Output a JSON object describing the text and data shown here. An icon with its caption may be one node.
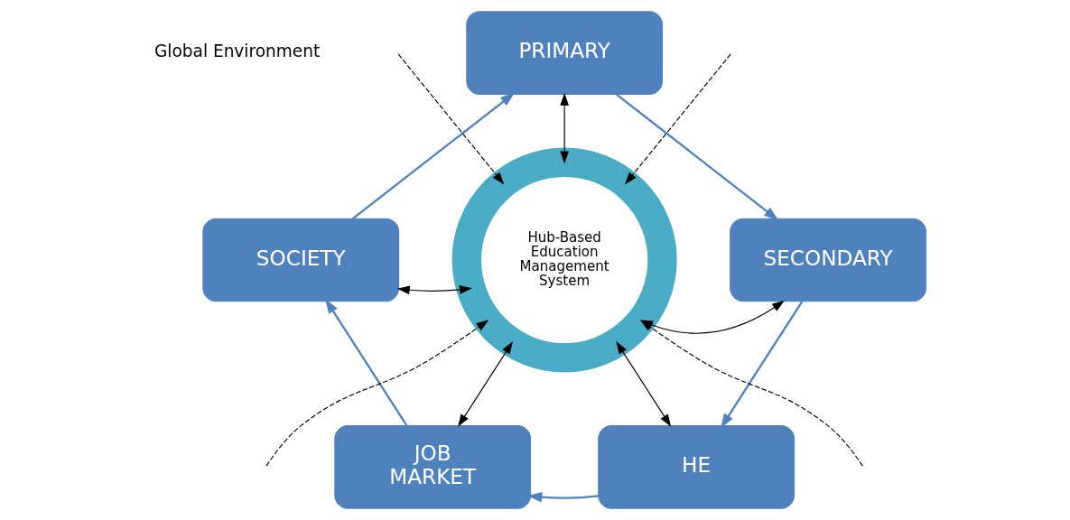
{
  "diagram": {
    "nodes": [
      {
        "text": [
          "PRIMARY"
        ]
      },
      {
        "text": [
          "SECONDARY"
        ]
      },
      {
        "text": [
          "HE"
        ]
      },
      {
        "text": [
          "JOB MARKET"
        ]
      },
      {
        "text": [
          "SOCIETY"
        ]
      },
      {
        "text": [
          "Hub-Based Education Management System"
        ]
      }
    ],
    "edges": [
      {
        "from": 4,
        "to": 0,
        "arrow": "to",
        "color": "#4f81bd"
      },
      {
        "from": 0,
        "to": 1,
        "arrow": "to",
        "color": "#4f81bd"
      },
      {
        "from": 1,
        "to": 2,
        "arrow": "to",
        "color": "#4f81bd"
      },
      {
        "from": 2,
        "to": 3,
        "arrow": "to",
        "color": "#4f81bd"
      },
      {
        "from": 3,
        "to": 4,
        "arrow": "to",
        "color": "#4f81bd"
      },
      {
        "from": 0,
        "to": 5,
        "arrow": "both"
      },
      {
        "from": 5,
        "to": 1,
        "arrow": "both"
      },
      {
        "from": 5,
        "to": 2,
        "arrow": "both"
      },
      {
        "from": 5,
        "to": 3,
        "arrow": "both"
      },
      {
        "from": 4,
        "to": 5,
        "arrow": "both"
      },
      {
        "from": null,
        "to": 5,
        "arrow": "to",
        "style": "dashed"
      },
      {
        "from": null,
        "to": 5,
        "arrow": "to",
        "style": "dashed"
      },
      {
        "from": null,
        "to": 5,
        "arrow": "to",
        "style": "dashed"
      },
      {
        "from": null,
        "to": 5,
        "arrow": "to",
        "style": "dashed"
      }
    ],
    "labels": [
      "Global Environment"
    ]
  }
}
